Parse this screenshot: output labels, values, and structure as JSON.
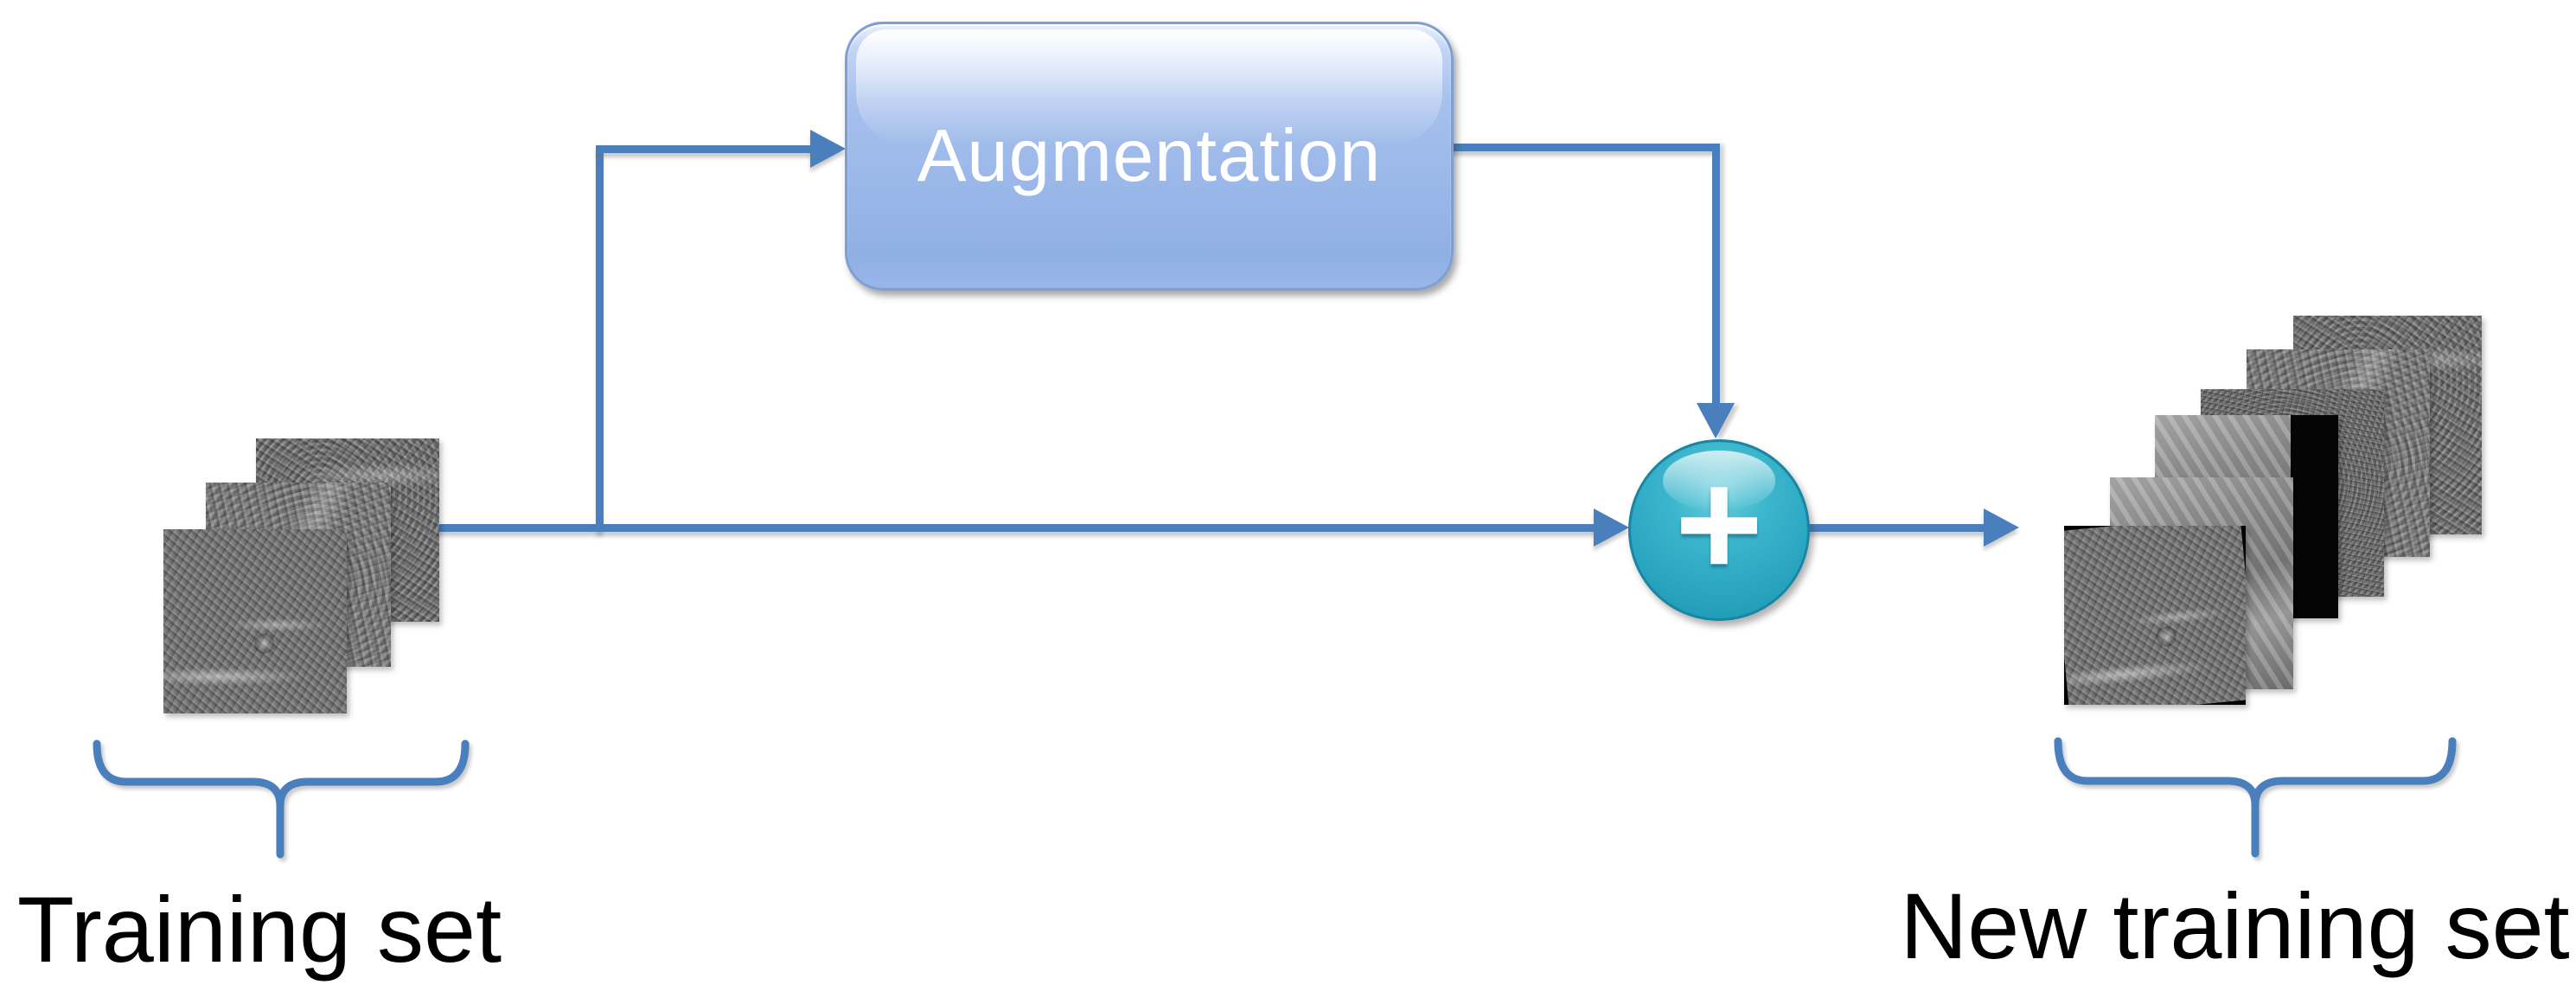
{
  "diagram": {
    "augmentation_box": {
      "label": "Augmentation"
    },
    "merge_node": {
      "symbol": "+"
    },
    "captions": {
      "left": "Training set",
      "right": "New training set"
    },
    "stacks": {
      "left": {
        "description": "stack of 3 grayscale satellite image tiles",
        "count": 3
      },
      "right": {
        "description": "stack of 6 grayscale image tiles including rotated and shifted augmented copies",
        "count": 6
      }
    },
    "colors": {
      "arrow": "#4a7fbd",
      "box-fill-top": "#eaf2fc",
      "box-fill-mid": "#a6c0ec",
      "box-fill-bottom": "#8fb0e4",
      "box-border": "#7f9ed2",
      "box-text": "#ffffff",
      "merge-fill": "#2fabc5",
      "merge-fill-dark": "#1d93af",
      "merge-border": "#1985a3",
      "caption-text": "#000000"
    }
  }
}
